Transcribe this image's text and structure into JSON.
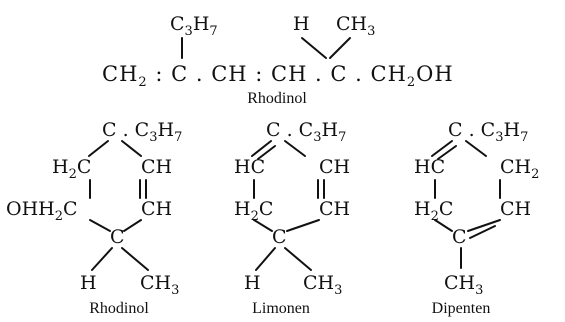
{
  "figure": {
    "chain": {
      "propyl_top": "C3H7",
      "h_label": "H",
      "methyl_label": "CH3",
      "main_formula": "CH2 : C . CH : CH . C . CH2OH",
      "caption": "Rhodinol"
    },
    "ring1": {
      "top": "C . C3H7",
      "left_upper": "H2C",
      "right_upper": "CH",
      "left_lower": "OHH2C",
      "right_lower": "CH",
      "bottom": "C",
      "sub_left": "H",
      "sub_right": "CH3",
      "caption": "Rhodinol"
    },
    "ring2": {
      "top": "C . C3H7",
      "left_upper": "HC",
      "right_upper": "CH",
      "left_lower": "H2C",
      "right_lower": "CH",
      "bottom": "C",
      "sub_left": "H",
      "sub_right": "CH3",
      "caption": "Limonen"
    },
    "ring3": {
      "top": "C . C3H7",
      "left_upper": "HC",
      "right_upper": "CH2",
      "left_lower": "H2C",
      "right_lower": "CH",
      "bottom": "C",
      "sub_bottom": "CH3",
      "caption": "Dipenten"
    }
  }
}
